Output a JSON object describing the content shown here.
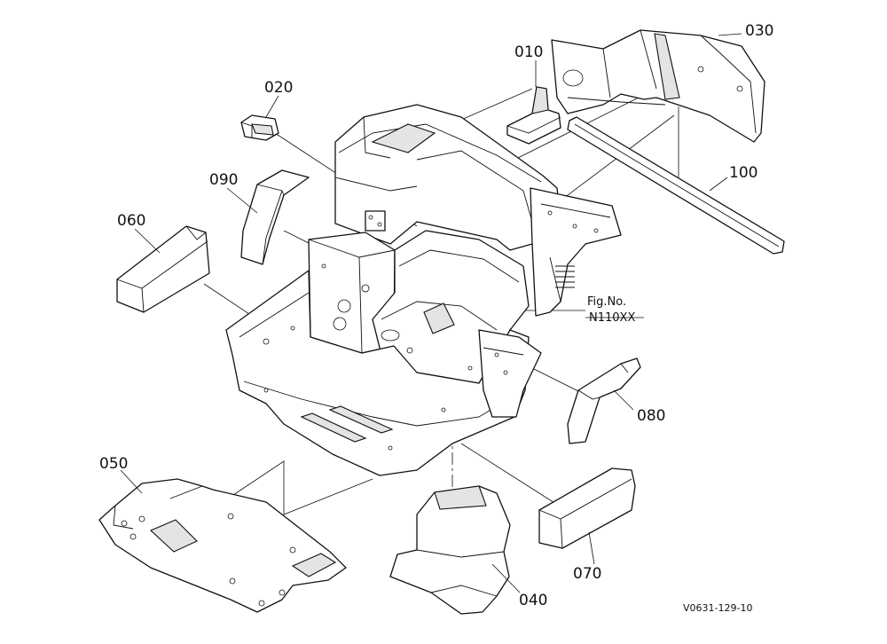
{
  "labels": {
    "p010": "010",
    "p020": "020",
    "p030": "030",
    "p040": "040",
    "p050": "050",
    "p060": "060",
    "p070": "070",
    "p080": "080",
    "p090": "090",
    "p100": "100"
  },
  "figure_ref": {
    "line1": "Fig.No.",
    "line2": "N110XX"
  },
  "drawing_code": "V0631-129-10"
}
